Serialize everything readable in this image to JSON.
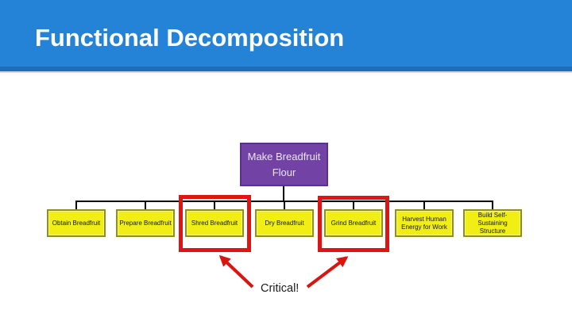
{
  "slide": {
    "title": "Functional Decomposition"
  },
  "diagram": {
    "root": {
      "label": "Make Breadfruit Flour"
    },
    "functions": [
      {
        "label": "Obtain Breadfruit",
        "critical": false
      },
      {
        "label": "Prepare Breadfruit",
        "critical": false
      },
      {
        "label": "Shred Breadfruit",
        "critical": true
      },
      {
        "label": "Dry Breadfruit",
        "critical": false
      },
      {
        "label": "Grind Breadfruit",
        "critical": true
      },
      {
        "label": "Harvest Human Energy for Work",
        "critical": false
      },
      {
        "label": "Build Self-Sustaining Structure",
        "critical": false
      }
    ],
    "annotation": {
      "label": "Critical!"
    }
  },
  "colors": {
    "header_blue": "#2483d6",
    "header_accent_dark": "#1e6db6",
    "root_purple_fill": "#7243a4",
    "root_purple_border": "#56328a",
    "function_yellow_fill": "#f1ee16",
    "function_yellow_border": "#8e8e21",
    "highlight_red": "#e11414",
    "connector_black": "#000000"
  }
}
